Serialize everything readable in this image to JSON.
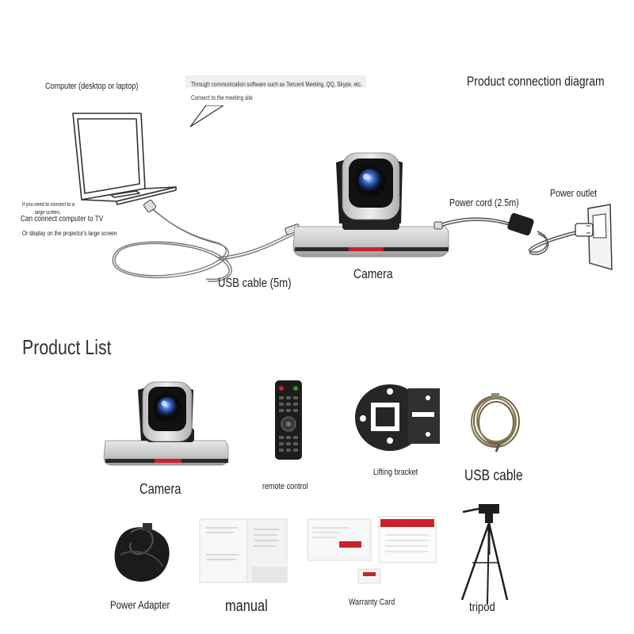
{
  "diagram": {
    "title": "Product connection diagram",
    "computer_label": "Computer (desktop or laptop)",
    "bubble_line1": "Through communication software such as Tencent Meeting, QQ, Skype, etc.",
    "bubble_line2": "Connect to the meeting site",
    "tv_note_line1": "If you need to connect to a",
    "tv_note_line2": "large screen,",
    "tv_note_line3": "Can connect computer to TV",
    "tv_note_line4": "Or display on the projector's large screen",
    "usb_cable_label": "USB cable (5m)",
    "camera_label": "Camera",
    "power_cord_label": "Power cord (2.5m)",
    "power_outlet_label": "Power outlet"
  },
  "product_list": {
    "heading": "Product List",
    "items": [
      {
        "id": "camera",
        "label": "Camera"
      },
      {
        "id": "remote",
        "label": "remote control"
      },
      {
        "id": "bracket",
        "label": "Lifting bracket"
      },
      {
        "id": "usb",
        "label": "USB cable"
      },
      {
        "id": "adapter",
        "label": "Power Adapter"
      },
      {
        "id": "manual",
        "label": "manual"
      },
      {
        "id": "warranty",
        "label": "Warranty Card"
      },
      {
        "id": "tripod",
        "label": "tripod"
      }
    ]
  },
  "colors": {
    "text": "#222222",
    "camera_silver": "#c9c9c9",
    "accent_red": "#c8232c",
    "lens_blue": "#2b56a8"
  }
}
